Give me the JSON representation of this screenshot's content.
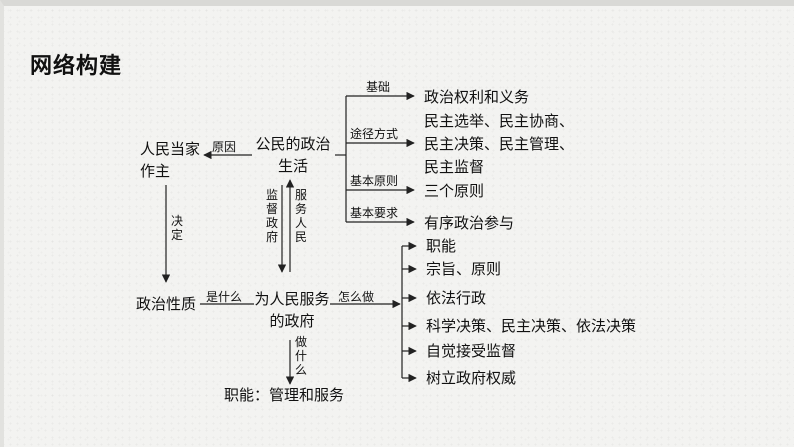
{
  "section_title": "网络构建",
  "nodes": {
    "renmin_dangjia": "人民当家作主",
    "gongmin_zhengzhi": "公民的政治生活",
    "zhengzhi_xingzhi": "政治性质",
    "wei_renmin": "为人民服务的政府",
    "zhineng": "职能：管理和服务"
  },
  "edge_labels": {
    "yuanyin": "原因",
    "jueding": "决定",
    "jiandu": "监督政府",
    "fuwu": "服务人民",
    "shishenme": "是什么",
    "zenmezuo": "怎么做",
    "zuoshenme": "做什么"
  },
  "political_life": [
    {
      "label": "基础",
      "item": "政治权利和义务"
    },
    {
      "label": "途径方式",
      "item": "民主选举、民主协商、民主决策、民主管理、民主监督"
    },
    {
      "label": "基本原则",
      "item": "三个原则"
    },
    {
      "label": "基本要求",
      "item": "有序政治参与"
    }
  ],
  "political_life_lines": {
    "tujing_1": "民主选举、民主协商、",
    "tujing_2": "民主决策、民主管理、",
    "tujing_3": "民主监督"
  },
  "government_actions": [
    "职能",
    "宗旨、原则",
    "依法行政",
    "科学决策、民主决策、依法决策",
    "自觉接受监督",
    "树立政府权威"
  ],
  "colors": {
    "line": "#222222",
    "text": "#111111"
  }
}
